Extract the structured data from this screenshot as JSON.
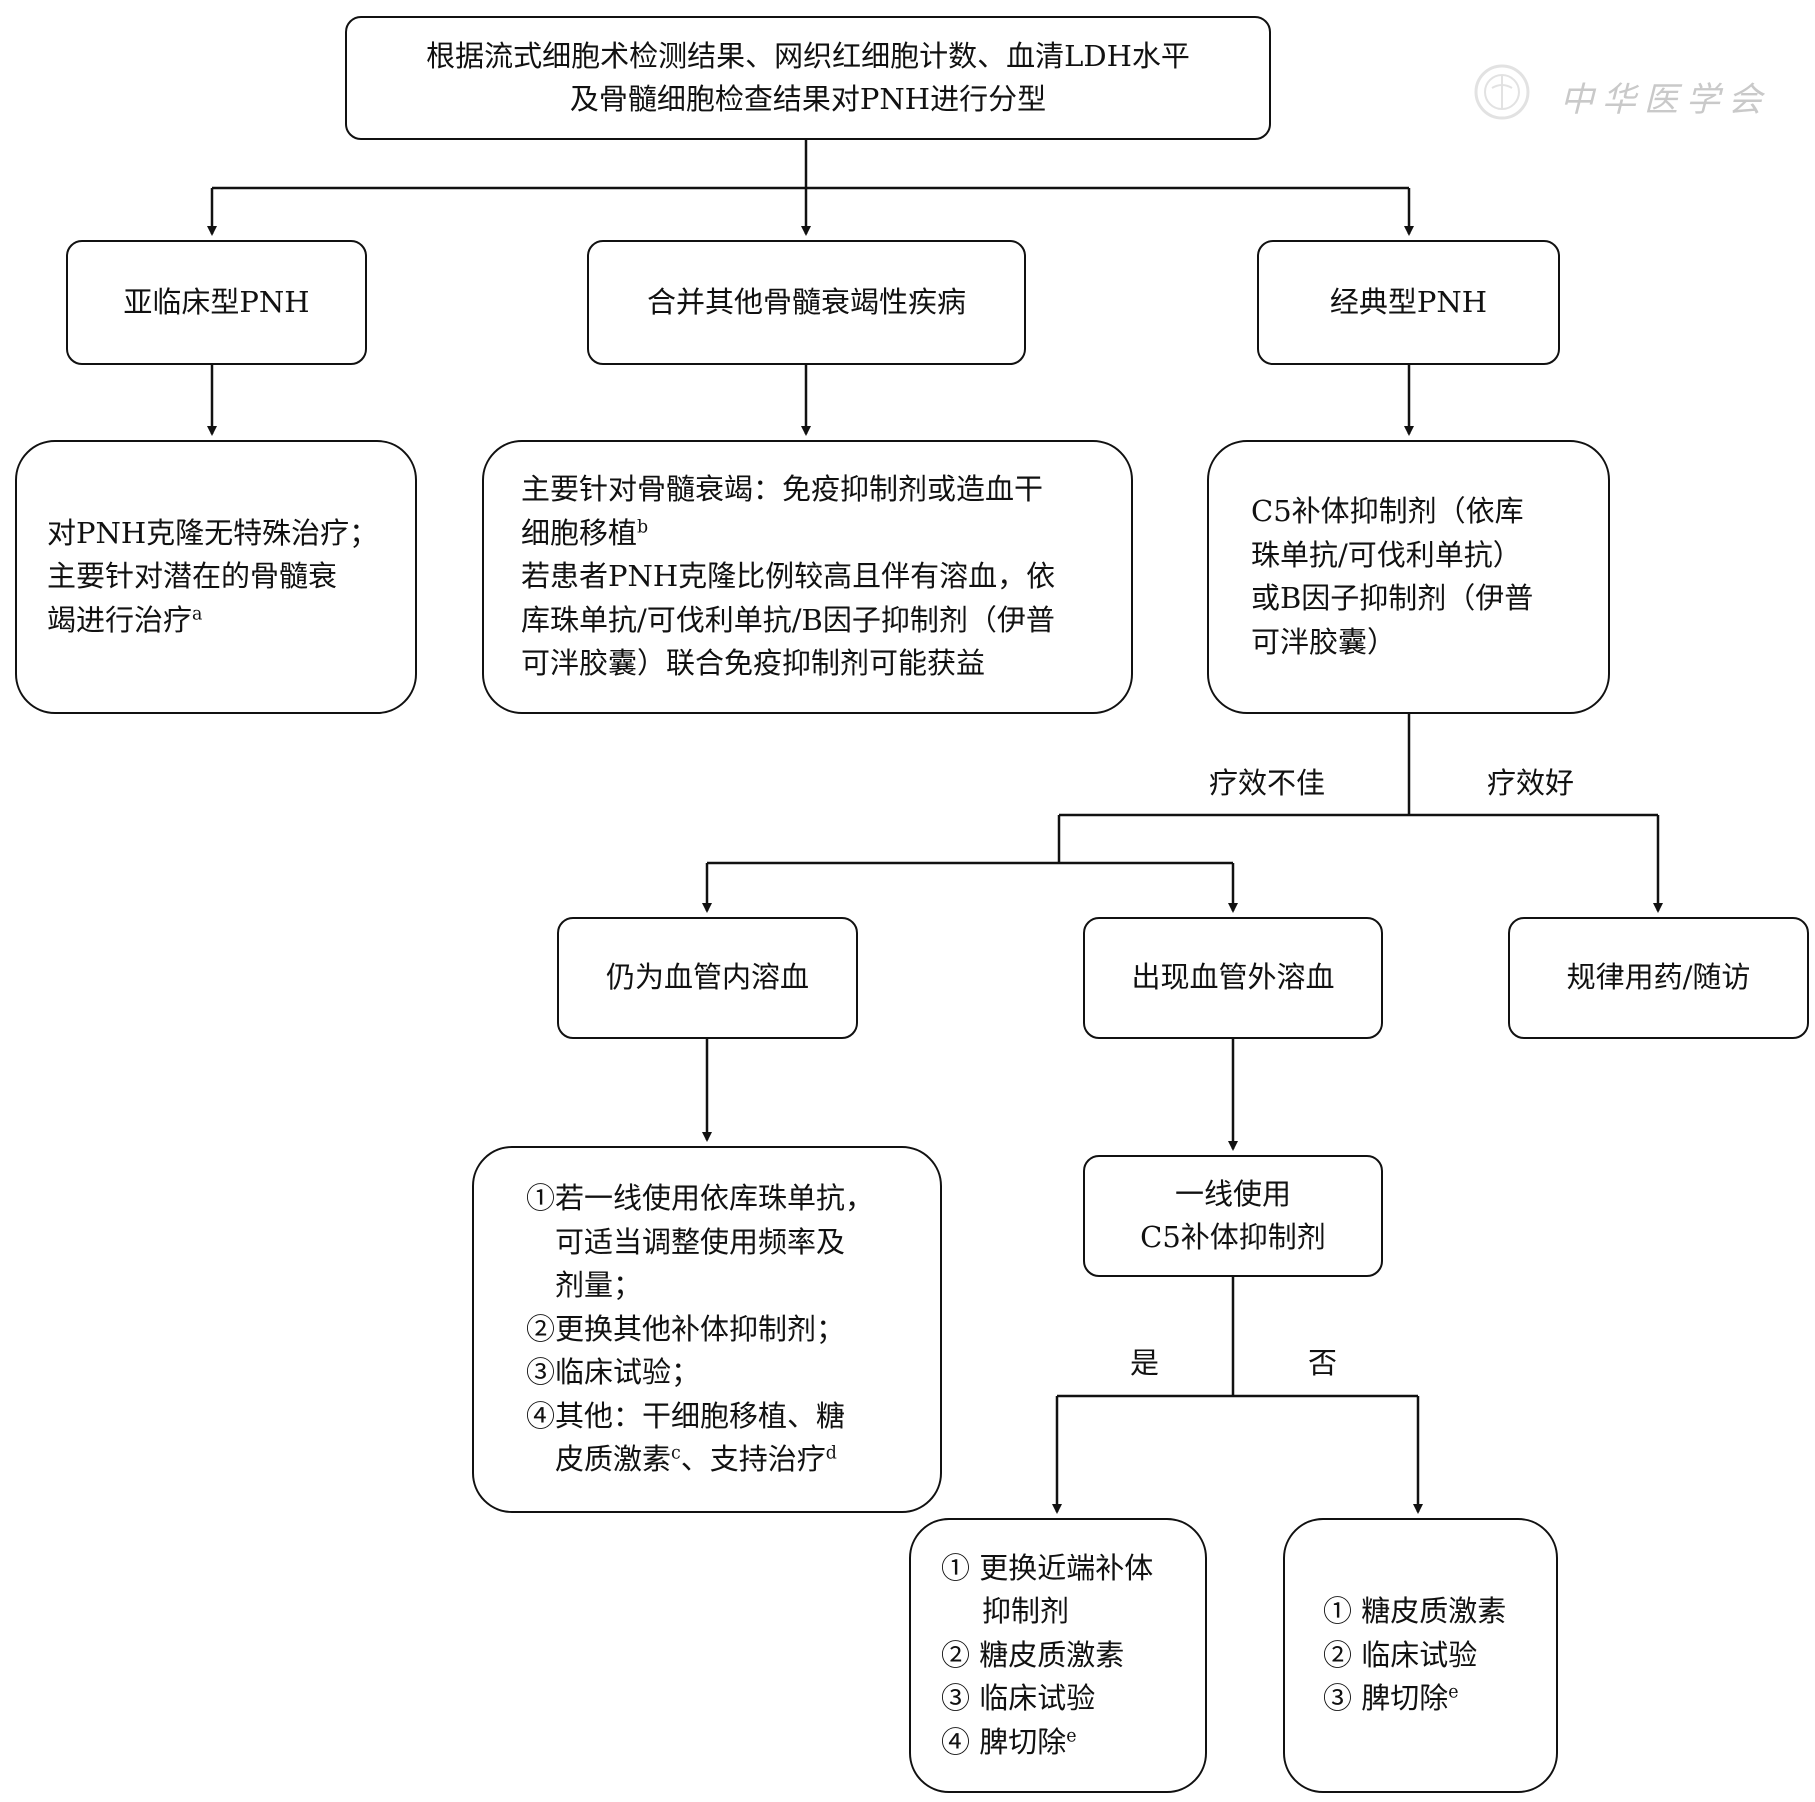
{
  "watermark": {
    "text": "中华医学会"
  },
  "nodes": {
    "root": {
      "lines": [
        "根据流式细胞术检测结果、网织红细胞计数、血清LDH水平",
        "及骨髓细胞检查结果对PNH进行分型"
      ]
    },
    "subclinical": {
      "lines": [
        "亚临床型PNH"
      ]
    },
    "aa_combined": {
      "lines": [
        "合并其他骨髓衰竭性疾病"
      ]
    },
    "classic": {
      "lines": [
        "经典型PNH"
      ]
    },
    "subclinical_tx": {
      "lines": [
        "对PNH克隆无特殊治疗；",
        "主要针对潜在的骨髓衰",
        "竭进行治疗"
      ],
      "sup": "a"
    },
    "aa_tx": {
      "lines": [
        "主要针对骨髓衰竭：免疫抑制剂或造血干",
        "细胞移植",
        "若患者PNH克隆比例较高且伴有溶血，依",
        "库珠单抗/可伐利单抗/B因子抑制剂（伊普",
        "可泮胶囊）联合免疫抑制剂可能获益"
      ],
      "sup_line2": "b"
    },
    "classic_tx": {
      "lines": [
        "C5补体抑制剂（依库",
        "珠单抗/可伐利单抗）",
        "或B因子抑制剂（伊普",
        "可泮胶囊）"
      ]
    },
    "intravascular": {
      "lines": [
        "仍为血管内溶血"
      ]
    },
    "extravascular": {
      "lines": [
        "出现血管外溶血"
      ]
    },
    "regular": {
      "lines": [
        "规律用药/随访"
      ]
    },
    "intravascular_tx": {
      "lines": [
        "①若一线使用依库珠单抗，",
        "可适当调整使用频率及",
        "剂量；",
        "②更换其他补体抑制剂；",
        "③临床试验；",
        "④其他：干细胞移植、糖",
        "皮质激素",
        "、支持治疗"
      ],
      "sup_c": "c",
      "sup_d": "d"
    },
    "first_line_c5": {
      "lines": [
        "一线使用",
        "C5补体抑制剂"
      ]
    },
    "yes_tx": {
      "lines": [
        "① 更换近端补体",
        "抑制剂",
        "② 糖皮质激素",
        "③ 临床试验",
        "④ 脾切除"
      ],
      "sup": "e"
    },
    "no_tx": {
      "lines": [
        "① 糖皮质激素",
        "② 临床试验",
        "③ 脾切除"
      ],
      "sup": "e"
    }
  },
  "edge_labels": {
    "poor_response": "疗效不佳",
    "good_response": "疗效好",
    "yes": "是",
    "no": "否"
  }
}
